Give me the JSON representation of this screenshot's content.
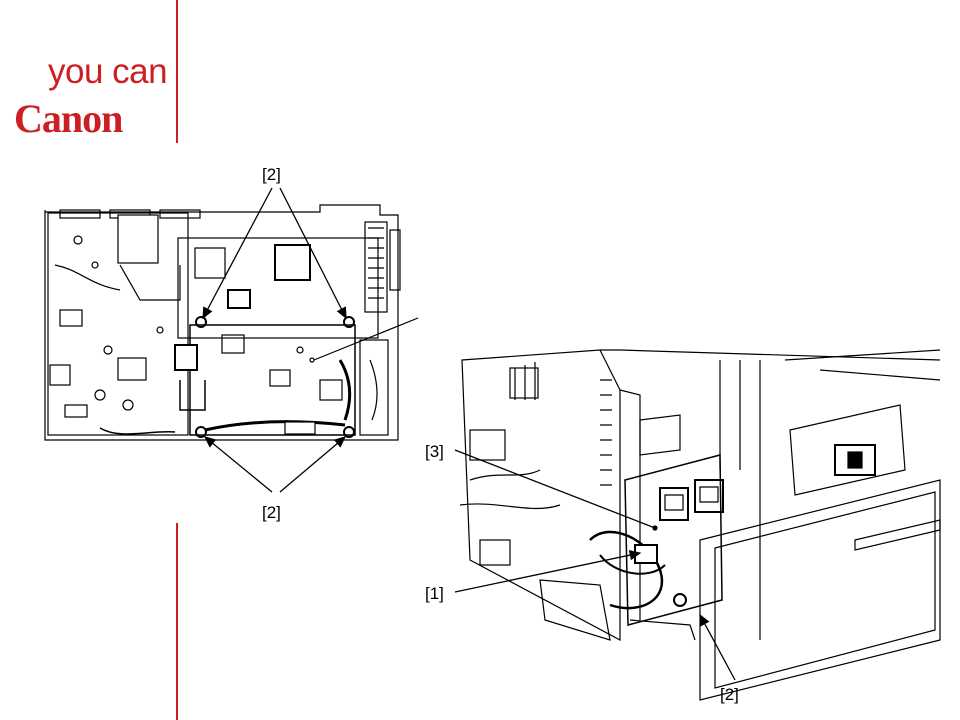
{
  "brand": {
    "tagline": "you can",
    "logo": "Canon",
    "color": "#cc1f24"
  },
  "callouts": {
    "fig1_top": "[2]",
    "fig1_bottom": "[2]",
    "fig2_part1": "[1]",
    "fig2_part2": "[2]",
    "fig2_part3": "[3]"
  }
}
